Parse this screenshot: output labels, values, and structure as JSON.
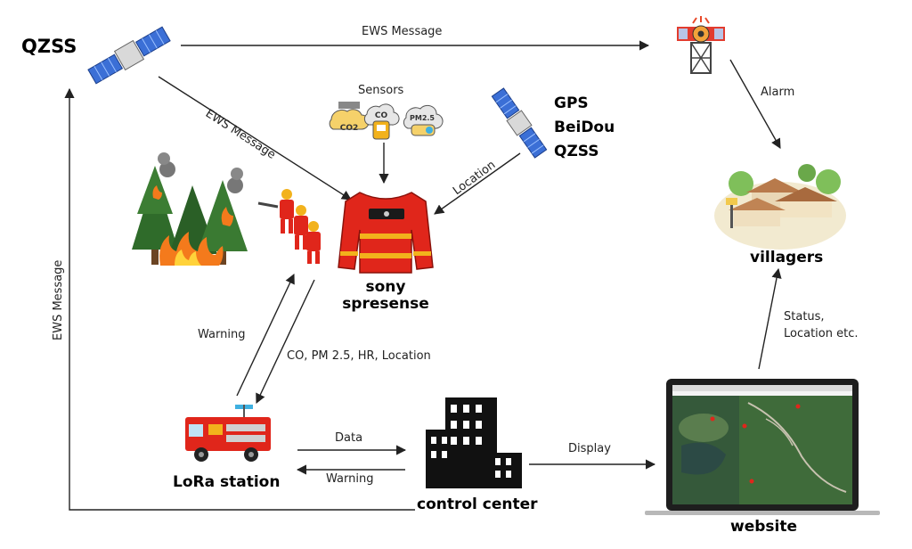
{
  "nodes": {
    "qzss_satellite": "QZSS",
    "gnss": [
      "GPS",
      "BeiDou",
      "QZSS"
    ],
    "sensors": "Sensors",
    "sensor_labels": [
      "CO2",
      "CO",
      "PM2.5"
    ],
    "device": [
      "sony",
      "spresense"
    ],
    "villagers": "villagers",
    "lora_station": "LoRa  station",
    "control_center": "control center",
    "website": "website"
  },
  "edges": {
    "qzss_to_siren": "EWS Message",
    "qzss_to_device": "EWS Message",
    "gnss_to_device": "Location",
    "siren_to_villagers": "Alarm",
    "device_to_lora": "CO, PM 2.5, HR, Location",
    "lora_to_device": "Warning",
    "lora_to_control": "Data",
    "control_to_lora": "Warning",
    "control_to_website": "Display",
    "website_to_villagers": [
      "Status,",
      "Location etc."
    ],
    "control_to_qzss": "EWS Message"
  },
  "colors": {
    "jacket": "#e0261b",
    "stripe": "#f2b21c",
    "tree": "#2f6b2a",
    "fire": "#f47a1c",
    "satellite_panel": "#3b6fd6",
    "map": "#3f6b3a"
  }
}
